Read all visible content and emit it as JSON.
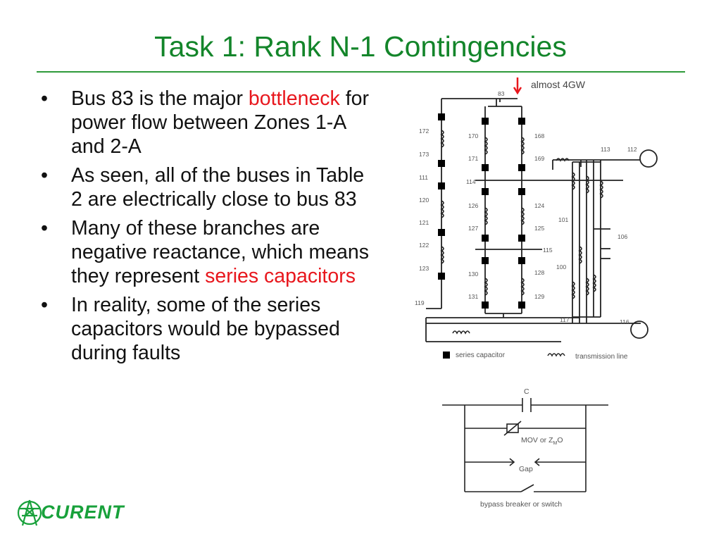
{
  "slide": {
    "title": "Task 1: Rank N-1 Contingencies",
    "bullet_char": "•",
    "bullets": [
      {
        "parts": [
          "Bus 83 is the major ",
          "bottleneck",
          " for power flow between Zones 1-A and 2-A"
        ]
      },
      {
        "parts": [
          "As seen, all of the buses in Table 2 are electrically close to bus 83"
        ]
      },
      {
        "parts": [
          "Many of these branches are negative reactance, which means they represent ",
          "series capacitors"
        ]
      },
      {
        "parts": [
          "In reality, some of the series capacitors would be bypassed during faults"
        ]
      }
    ],
    "annotation": "almost 4GW",
    "accent_color": "#13852a",
    "highlight_color": "#e8171d"
  },
  "network_diagram": {
    "bus_labels": {
      "b83": "83",
      "b172": "172",
      "b173": "173",
      "b111": "111",
      "b120": "120",
      "b121": "121",
      "b122": "122",
      "b123": "123",
      "b119": "119",
      "b170": "170",
      "b171": "171",
      "b114": "114",
      "b126": "126",
      "b127": "127",
      "b130": "130",
      "b131": "131",
      "b168": "168",
      "b169": "169",
      "b124": "124",
      "b125": "125",
      "b115": "115",
      "b128": "128",
      "b129": "129",
      "b113": "113",
      "b112": "112",
      "b101": "101",
      "b106": "106",
      "b100": "100",
      "b117": "117",
      "b116": "116"
    },
    "legend": {
      "series_capacitor": "series capacitor",
      "transmission_line": "transmission line"
    }
  },
  "capacitor_diagram": {
    "cap_label": "C",
    "mov_label": "MOV or Z",
    "mov_sub": "M",
    "mov_suffix": "O",
    "gap_label": "Gap",
    "bypass_label": "bypass breaker or switch"
  },
  "logo": {
    "text": "CURENT",
    "icon": "transmission-tower-icon"
  }
}
